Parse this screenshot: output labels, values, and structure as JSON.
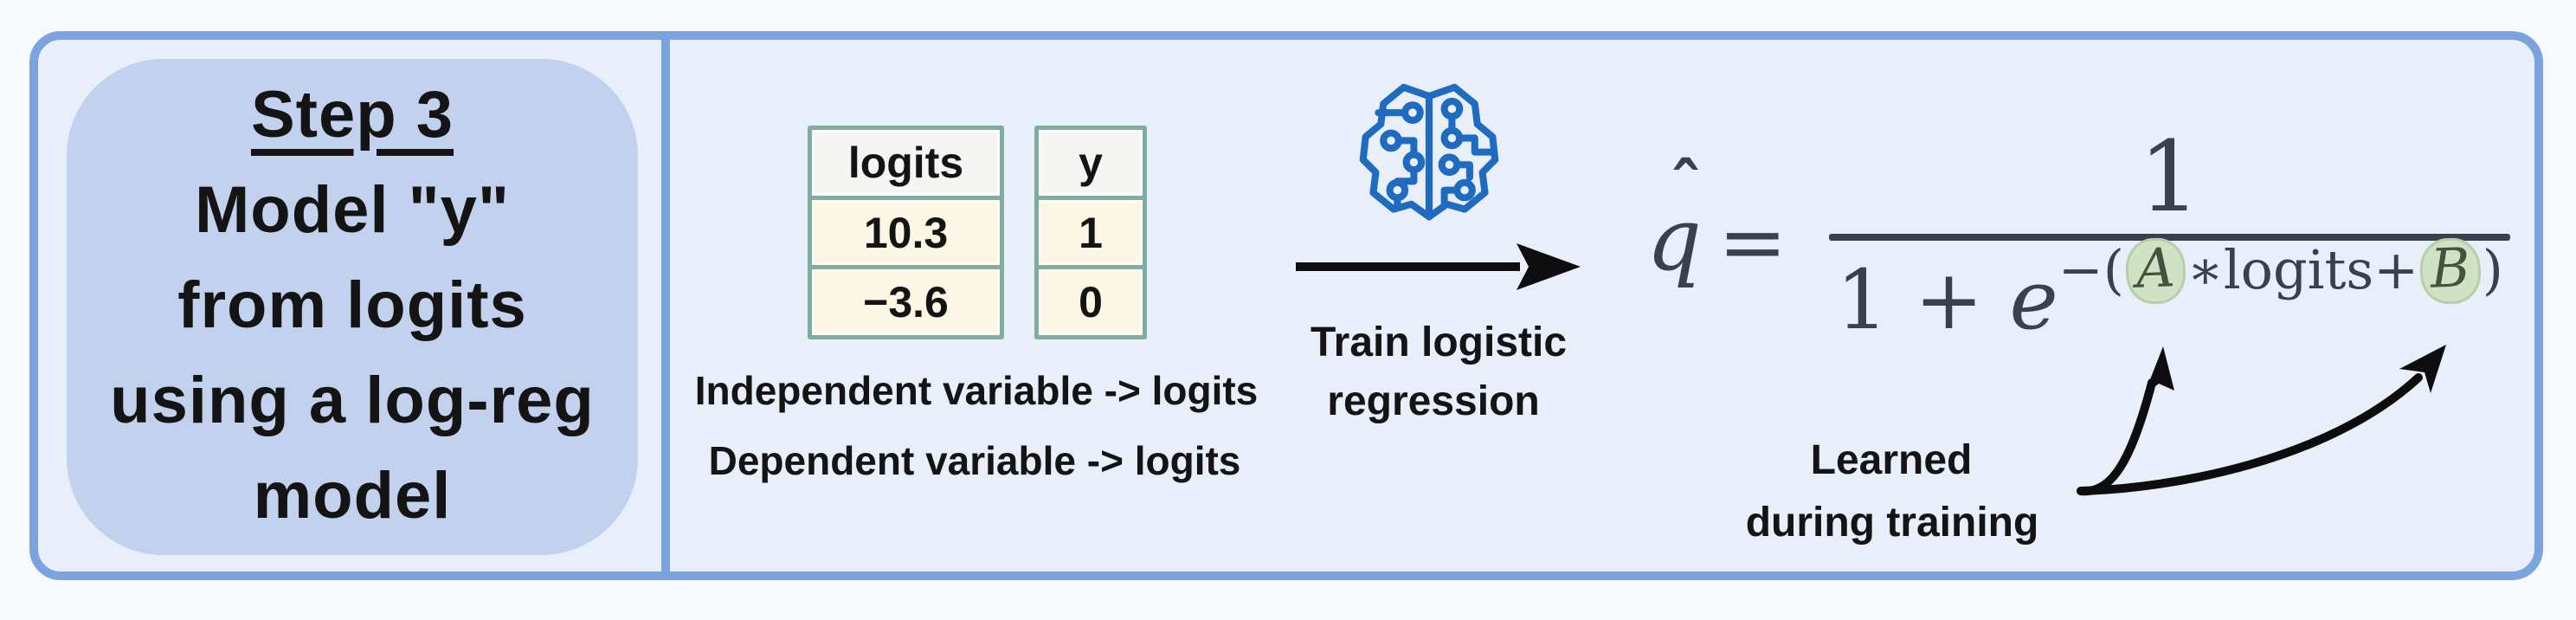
{
  "step_box": {
    "title": "Step 3",
    "line2": "Model \"y\"",
    "line3": "from logits",
    "line4": "using a log-reg",
    "line5": "model"
  },
  "tables": {
    "logits": {
      "header": "logits",
      "rows": [
        "10.3",
        "−3.6"
      ]
    },
    "y": {
      "header": "y",
      "rows": [
        "1",
        "0"
      ]
    },
    "caption_line1": "Independent variable -> logits",
    "caption_line2": "Dependent variable -> logits"
  },
  "train": {
    "icon": "brain-circuit-icon",
    "label_line1": "Train logistic",
    "label_line2": "regression"
  },
  "formula": {
    "lhs_letter": "q",
    "lhs_hat": "ˆ",
    "equals": "=",
    "numerator": "1",
    "den_one": "1",
    "den_plus": " + ",
    "den_e": "e",
    "exp_open": "−(",
    "exp_a": "A",
    "exp_star": "∗",
    "exp_logits": "logits",
    "exp_plus": "+",
    "exp_b": "B",
    "exp_close": ")",
    "annotation_line1": "Learned",
    "annotation_line2": "during training"
  },
  "colors": {
    "page_bg": "#f7f9fc",
    "panel_bg": "#e8eefa",
    "panel_border": "#7ba3de",
    "step_box_bg": "#c2d2ee",
    "table_border_teal": "#7fae9e",
    "table_header_bg": "#f5f6f3",
    "table_cell_bg": "#fbf7e4",
    "formula_ink": "#394050",
    "highlight_green": "#cfe2c4",
    "icon_blue": "#1f6bc0",
    "arrow_black": "#0d0d0d"
  }
}
